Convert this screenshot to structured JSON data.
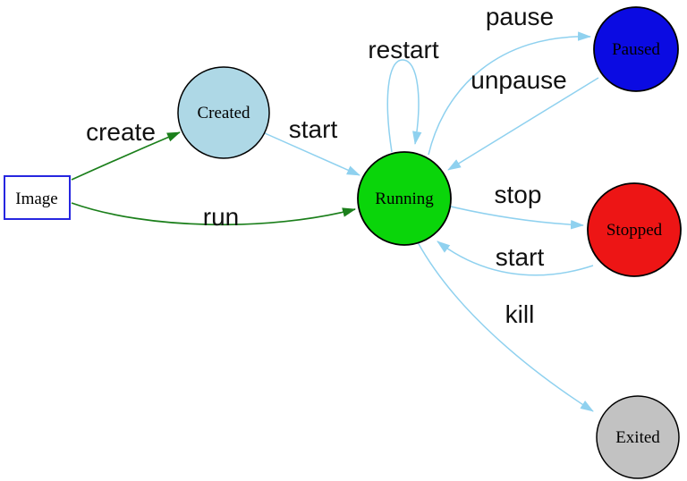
{
  "diagram": {
    "type": "state-diagram",
    "nodes": {
      "image": {
        "label": "Image",
        "shape": "rectangle",
        "fill": "#ffffff",
        "border": "#2626e0"
      },
      "created": {
        "label": "Created",
        "shape": "circle",
        "fill": "#aed8e6"
      },
      "running": {
        "label": "Running",
        "shape": "circle",
        "fill": "#0ad50a"
      },
      "paused": {
        "label": "Paused",
        "shape": "circle",
        "fill": "#0b0be2"
      },
      "stopped": {
        "label": "Stopped",
        "shape": "circle",
        "fill": "#ed1515"
      },
      "exited": {
        "label": "Exited",
        "shape": "circle",
        "fill": "#c2c2c2"
      }
    },
    "edges": {
      "create": {
        "label": "create",
        "from": "image",
        "to": "created"
      },
      "run": {
        "label": "run",
        "from": "image",
        "to": "running"
      },
      "start": {
        "label": "start",
        "from": "created",
        "to": "running"
      },
      "restart": {
        "label": "restart",
        "from": "running",
        "to": "running"
      },
      "pause": {
        "label": "pause",
        "from": "running",
        "to": "paused"
      },
      "unpause": {
        "label": "unpause",
        "from": "paused",
        "to": "running"
      },
      "stop": {
        "label": "stop",
        "from": "running",
        "to": "stopped"
      },
      "start_again": {
        "label": "start",
        "from": "stopped",
        "to": "running"
      },
      "kill": {
        "label": "kill",
        "from": "running",
        "to": "exited"
      }
    },
    "colors": {
      "edge_green": "#1b7f1b",
      "edge_blue": "#8fd1ef",
      "node_border": "#000000",
      "background": "#ffffff"
    }
  }
}
